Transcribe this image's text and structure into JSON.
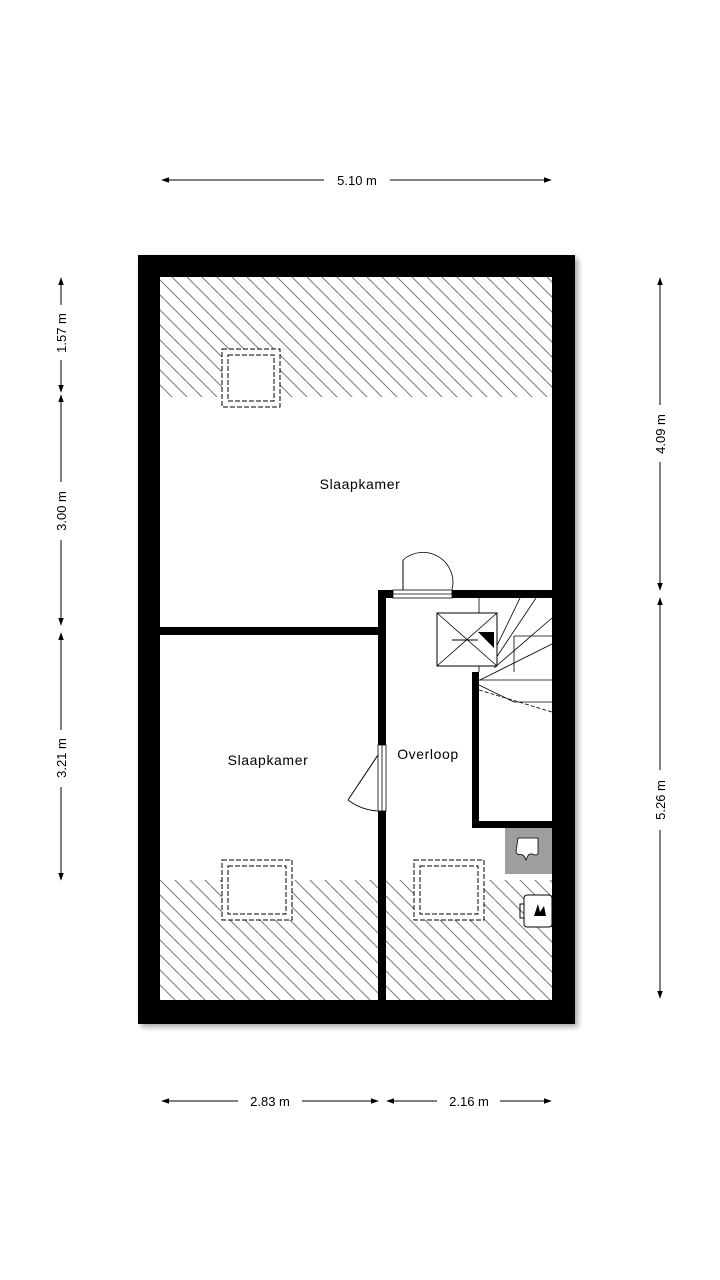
{
  "floorplan": {
    "dimensions": {
      "top_width": "5.10 m",
      "left_top": "1.57 m",
      "left_middle": "3.00 m",
      "left_bottom": "3.21 m",
      "right_top": "4.09 m",
      "right_bottom": "5.26 m",
      "bottom_left": "2.83 m",
      "bottom_right": "2.16 m"
    },
    "rooms": {
      "bedroom_top": "Slaapkamer",
      "bedroom_bottom": "Slaapkamer",
      "landing": "Overloop"
    },
    "icons": {
      "boiler": "boiler-icon",
      "water_heater": "water-heater-icon",
      "stairs": "stairs-icon",
      "skylight": "skylight-icon",
      "door": "door-icon"
    },
    "colors": {
      "wall": "#000000",
      "floor": "#ffffff",
      "hatch": "#7a7a7a",
      "boiler": "#9e9e9e"
    }
  }
}
